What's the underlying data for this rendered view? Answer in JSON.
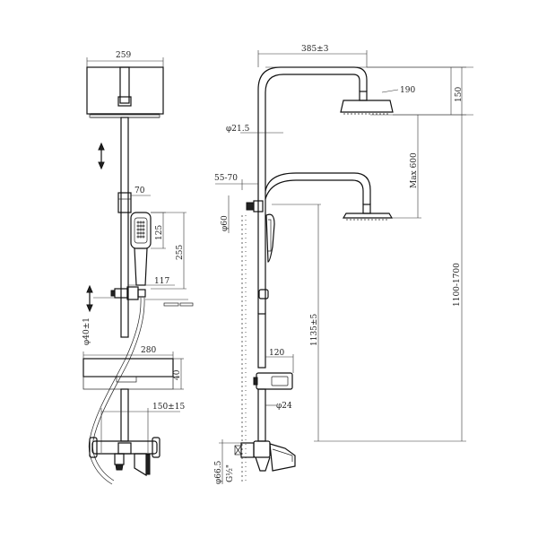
{
  "front_view": {
    "head_width": "259",
    "handshower_offset": "70",
    "handshower_head_height": "125",
    "handshower_length": "255",
    "holder_offset": "117",
    "holder_diameter": "φ40±1",
    "shelf_width": "280",
    "shelf_height": "40",
    "mixer_centers": "150±15"
  },
  "side_view": {
    "arm_length": "385±3",
    "head_diameter": "190",
    "head_height": "150",
    "pipe_diameter": "φ21.5",
    "max_adjust": "Max 600",
    "wall_offset": "55-70",
    "bracket_diameter": "φ60",
    "total_height": "1100-1700",
    "mid_height": "1135±5",
    "shelf_depth": "120",
    "lower_pipe_diameter": "φ24",
    "escutcheon_diameter": "φ66.5",
    "thread": "G½\""
  },
  "icons": [
    "up-down-arrow-icon",
    "up-down-arrow-icon"
  ]
}
